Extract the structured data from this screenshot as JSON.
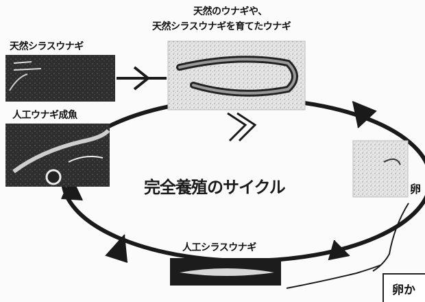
{
  "labels": {
    "wild_eel_line1": "天然のウナギや、",
    "wild_eel_line2": "天然シラスウナギを育てたウナギ",
    "wild_glass_eel": "天然シラスウナギ",
    "artificial_adult": "人工ウナギ成魚",
    "center_title": "完全養殖のサイクル",
    "egg": "卵",
    "artificial_glass_eel": "人工シラスウナギ",
    "note_fragment": "卵か"
  },
  "colors": {
    "stroke": "#1a1a1a",
    "photo_dark": "#2b2b2b",
    "photo_light": "#e3e3e3"
  },
  "icons": [
    "eel-photo",
    "glass-eel-photo",
    "adult-eel-photo",
    "egg-photo",
    "arrowhead-icon"
  ]
}
